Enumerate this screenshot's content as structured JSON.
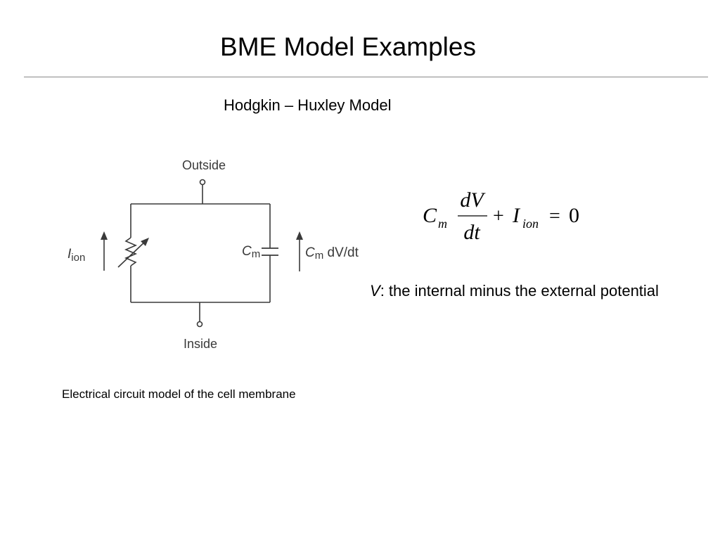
{
  "slide": {
    "title": "BME Model Examples",
    "subtitle": "Hodgkin – Huxley Model",
    "caption": "Electrical circuit model of the cell membrane"
  },
  "circuit": {
    "outside_label": "Outside",
    "inside_label": "Inside",
    "ion_current_symbol": "I",
    "ion_current_subscript": "ion",
    "capacitor_symbol": "C",
    "capacitor_subscript": "m",
    "capacitive_current_symbol": "C",
    "capacitive_current_subscript": "m",
    "capacitive_current_rest": " dV/dt"
  },
  "equation": {
    "term1_base": "C",
    "term1_sub": "m",
    "fraction_numerator": "dV",
    "fraction_denominator": "dt",
    "plus_sign": "+",
    "term2_base": "I",
    "term2_sub": "ion",
    "equals_sign": "=",
    "rhs": "0"
  },
  "note": {
    "variable": "V",
    "description": ": the internal minus the external potential"
  }
}
